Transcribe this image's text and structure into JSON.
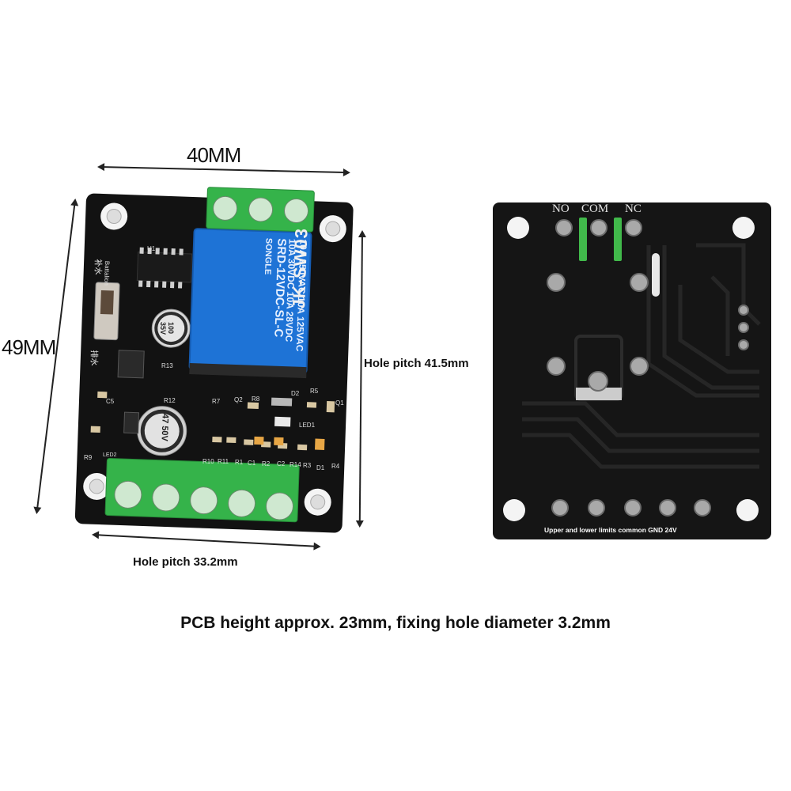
{
  "dimensions": {
    "width_label": "40MM",
    "height_label": "49MM",
    "hole_pitch_vertical": "Hole pitch 41.5mm",
    "hole_pitch_horizontal": "Hole pitch 33.2mm"
  },
  "front_board": {
    "relay_lines": [
      "10A 250VAC  10A 125VAC",
      "10A 30VDC  10A 28VDC",
      "SRD-12VDC-SL-C"
    ],
    "relay_brand": "SONGLE",
    "model_label": "JK-SW03",
    "cap_small": "100 35V",
    "cap_large": "47 50V",
    "switch_label_top": "补水",
    "switch_label_bottom": "排水",
    "switch_label_en": "Battalion",
    "components": [
      "U1",
      "R13",
      "C5",
      "R12",
      "Q2",
      "R8",
      "D2",
      "R5",
      "Q1",
      "R7",
      "LED1",
      "R9",
      "LED2",
      "R10",
      "R11",
      "R1",
      "C1",
      "R2",
      "C2",
      "R14",
      "R3",
      "D1",
      "R4"
    ]
  },
  "back_board": {
    "pin_labels": [
      "NO",
      "COM",
      "NC"
    ],
    "bottom_label": "Upper and lower limits common GND 24V"
  },
  "caption": "PCB height approx. 23mm, fixing hole diameter 3.2mm",
  "colors": {
    "pcb": "#121212",
    "terminal_green": "#35b34a",
    "relay_blue": "#1e73d6",
    "text": "#111111"
  }
}
